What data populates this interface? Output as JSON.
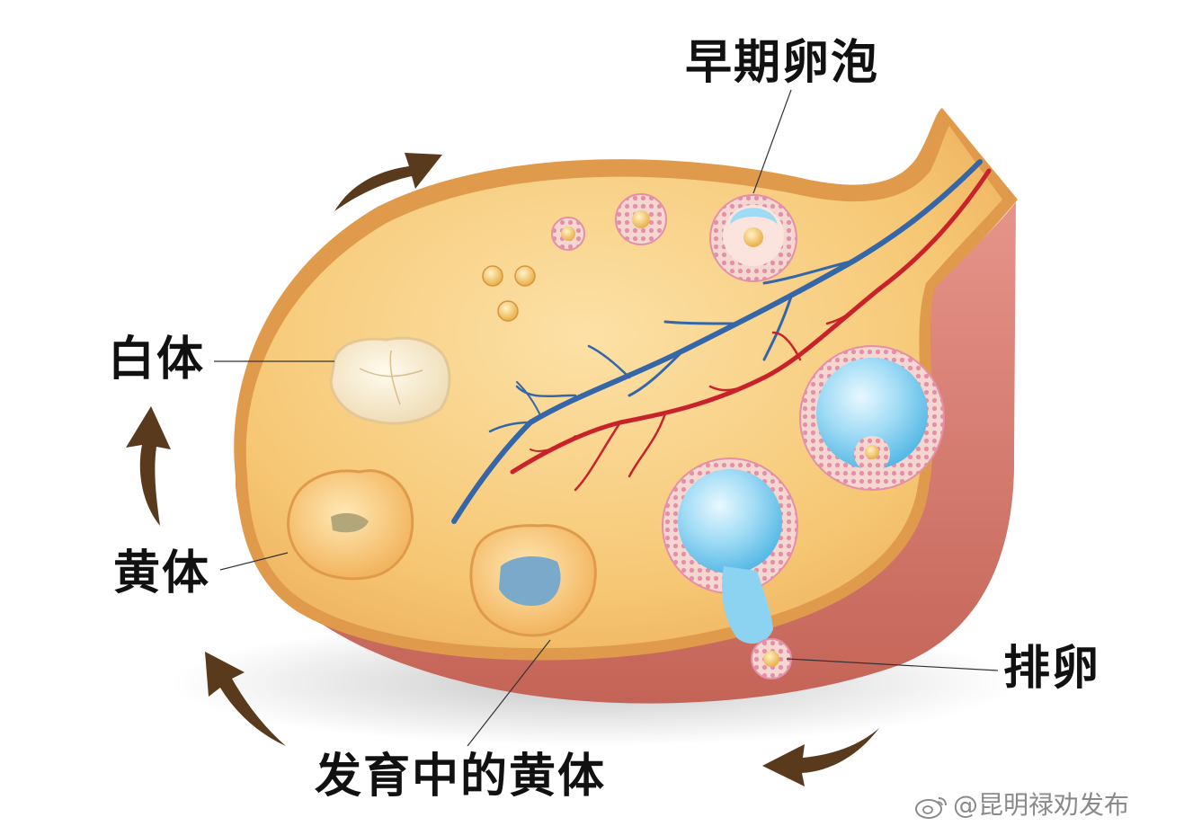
{
  "labels": {
    "early_follicle": "早期卵泡",
    "corpus_albicans": "白体",
    "corpus_luteum": "黄体",
    "ovulation": "排卵",
    "developing_corpus_luteum": "发育中的黄体"
  },
  "watermark": {
    "text": "@昆明禄劝发布",
    "icon": "weibo-icon"
  },
  "colors": {
    "tissue": "#F6C774",
    "tissue_inner": "#F9D898",
    "rim": "#E1A150",
    "wall": "#D97E73",
    "vein": "#3566A8",
    "artery": "#C8232B",
    "arrow": "#5A3A1C",
    "follicle_fluid": "#8CD3F1",
    "granulosa": "#E7A3B4"
  }
}
